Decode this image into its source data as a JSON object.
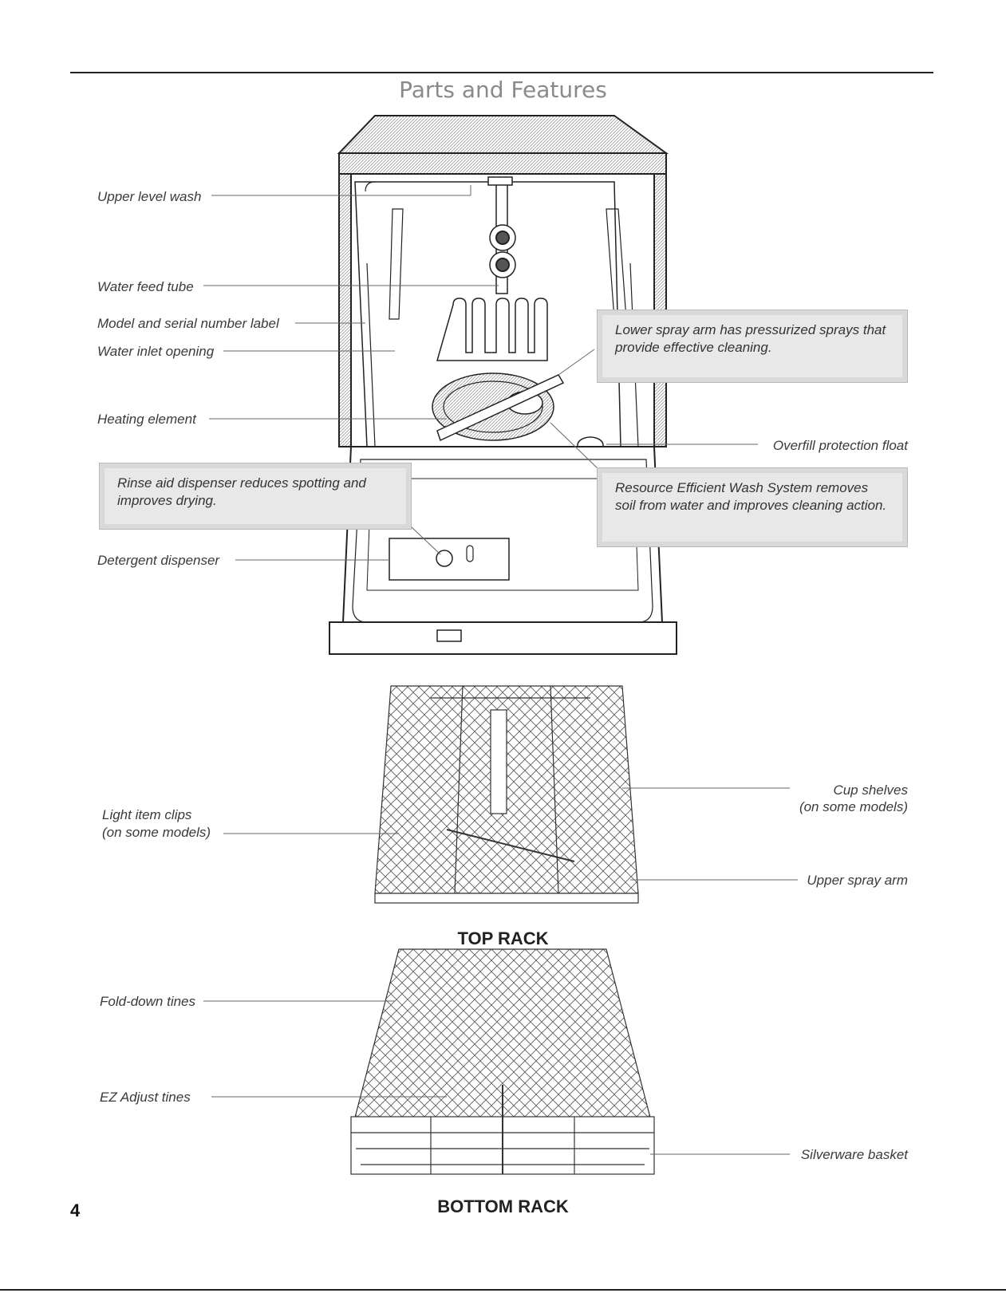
{
  "page": {
    "title": "Parts and Features",
    "page_number": "4"
  },
  "labels": {
    "upper_level_wash": "Upper level wash",
    "water_feed_tube": "Water feed tube",
    "model_serial_label": "Model and serial number label",
    "water_inlet_opening": "Water inlet opening",
    "heating_element": "Heating element",
    "overfill_float": "Overfill protection float",
    "detergent_dispenser": "Detergent dispenser",
    "light_item_clips_1": "Light item clips",
    "light_item_clips_2": "(on some models)",
    "cup_shelves_1": "Cup shelves",
    "cup_shelves_2": "(on some models)",
    "upper_spray_arm": "Upper spray arm",
    "fold_down_tines": "Fold-down tines",
    "ez_adjust_tines": "EZ Adjust tines",
    "silverware_basket": "Silverware basket"
  },
  "callouts": {
    "lower_spray_arm": "Lower spray arm has pressurized sprays that provide effective cleaning.",
    "rinse_aid": "Rinse aid dispenser reduces spotting and improves drying.",
    "resource_efficient": "Resource Efficient Wash System removes soil from water and improves cleaning action."
  },
  "racks": {
    "top": "TOP RACK",
    "bottom": "BOTTOM RACK"
  }
}
